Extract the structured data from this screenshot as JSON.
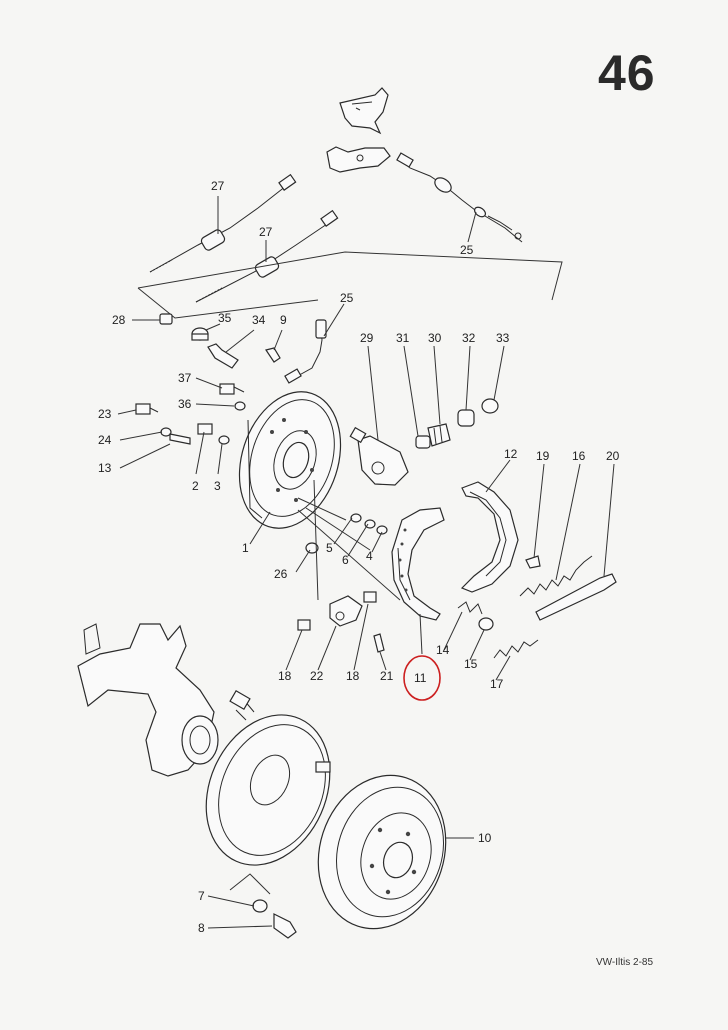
{
  "page": {
    "number": "46",
    "footer": "VW-Iltis 2-85"
  },
  "highlight": {
    "color": "#cc1f1f",
    "label_ref": "11"
  },
  "callouts": [
    {
      "id": "c27a",
      "text": "27"
    },
    {
      "id": "c27b",
      "text": "27"
    },
    {
      "id": "c25a",
      "text": "25"
    },
    {
      "id": "c28",
      "text": "28"
    },
    {
      "id": "c25b",
      "text": "25"
    },
    {
      "id": "c35",
      "text": "35"
    },
    {
      "id": "c34",
      "text": "34"
    },
    {
      "id": "c9",
      "text": "9"
    },
    {
      "id": "c29",
      "text": "29"
    },
    {
      "id": "c31",
      "text": "31"
    },
    {
      "id": "c30",
      "text": "30"
    },
    {
      "id": "c32",
      "text": "32"
    },
    {
      "id": "c33",
      "text": "33"
    },
    {
      "id": "c37",
      "text": "37"
    },
    {
      "id": "c36",
      "text": "36"
    },
    {
      "id": "c23",
      "text": "23"
    },
    {
      "id": "c24",
      "text": "24"
    },
    {
      "id": "c13",
      "text": "13"
    },
    {
      "id": "c2",
      "text": "2"
    },
    {
      "id": "c3",
      "text": "3"
    },
    {
      "id": "c12",
      "text": "12"
    },
    {
      "id": "c19",
      "text": "19"
    },
    {
      "id": "c16",
      "text": "16"
    },
    {
      "id": "c20",
      "text": "20"
    },
    {
      "id": "c1",
      "text": "1"
    },
    {
      "id": "c5",
      "text": "5"
    },
    {
      "id": "c6",
      "text": "6"
    },
    {
      "id": "c4",
      "text": "4"
    },
    {
      "id": "c26",
      "text": "26"
    },
    {
      "id": "c14",
      "text": "14"
    },
    {
      "id": "c15",
      "text": "15"
    },
    {
      "id": "c17",
      "text": "17"
    },
    {
      "id": "c18a",
      "text": "18"
    },
    {
      "id": "c22",
      "text": "22"
    },
    {
      "id": "c18b",
      "text": "18"
    },
    {
      "id": "c21",
      "text": "21"
    },
    {
      "id": "c11",
      "text": "11"
    },
    {
      "id": "c10",
      "text": "10"
    },
    {
      "id": "c7",
      "text": "7"
    },
    {
      "id": "c8",
      "text": "8"
    }
  ]
}
